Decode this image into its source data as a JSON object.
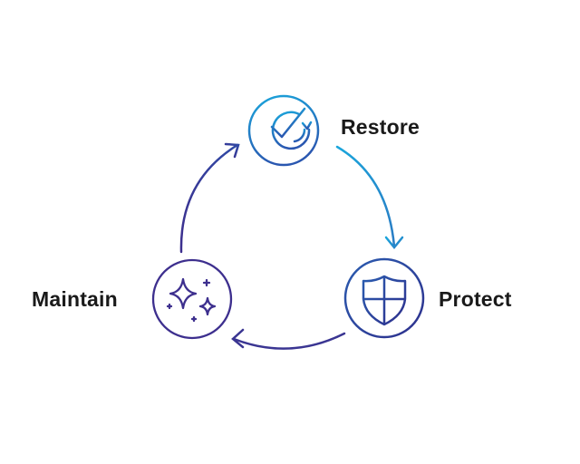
{
  "diagram": {
    "nodes": [
      {
        "id": "restore",
        "label": "Restore",
        "icon": "check-refresh-icon",
        "color": "#1b8fd0"
      },
      {
        "id": "protect",
        "label": "Protect",
        "icon": "shield-icon",
        "color": "#2e3a96"
      },
      {
        "id": "maintain",
        "label": "Maintain",
        "icon": "sparkles-icon",
        "color": "#3d2f8e"
      }
    ],
    "edges": [
      {
        "from": "restore",
        "to": "protect"
      },
      {
        "from": "protect",
        "to": "maintain"
      },
      {
        "from": "maintain",
        "to": "restore"
      }
    ]
  }
}
